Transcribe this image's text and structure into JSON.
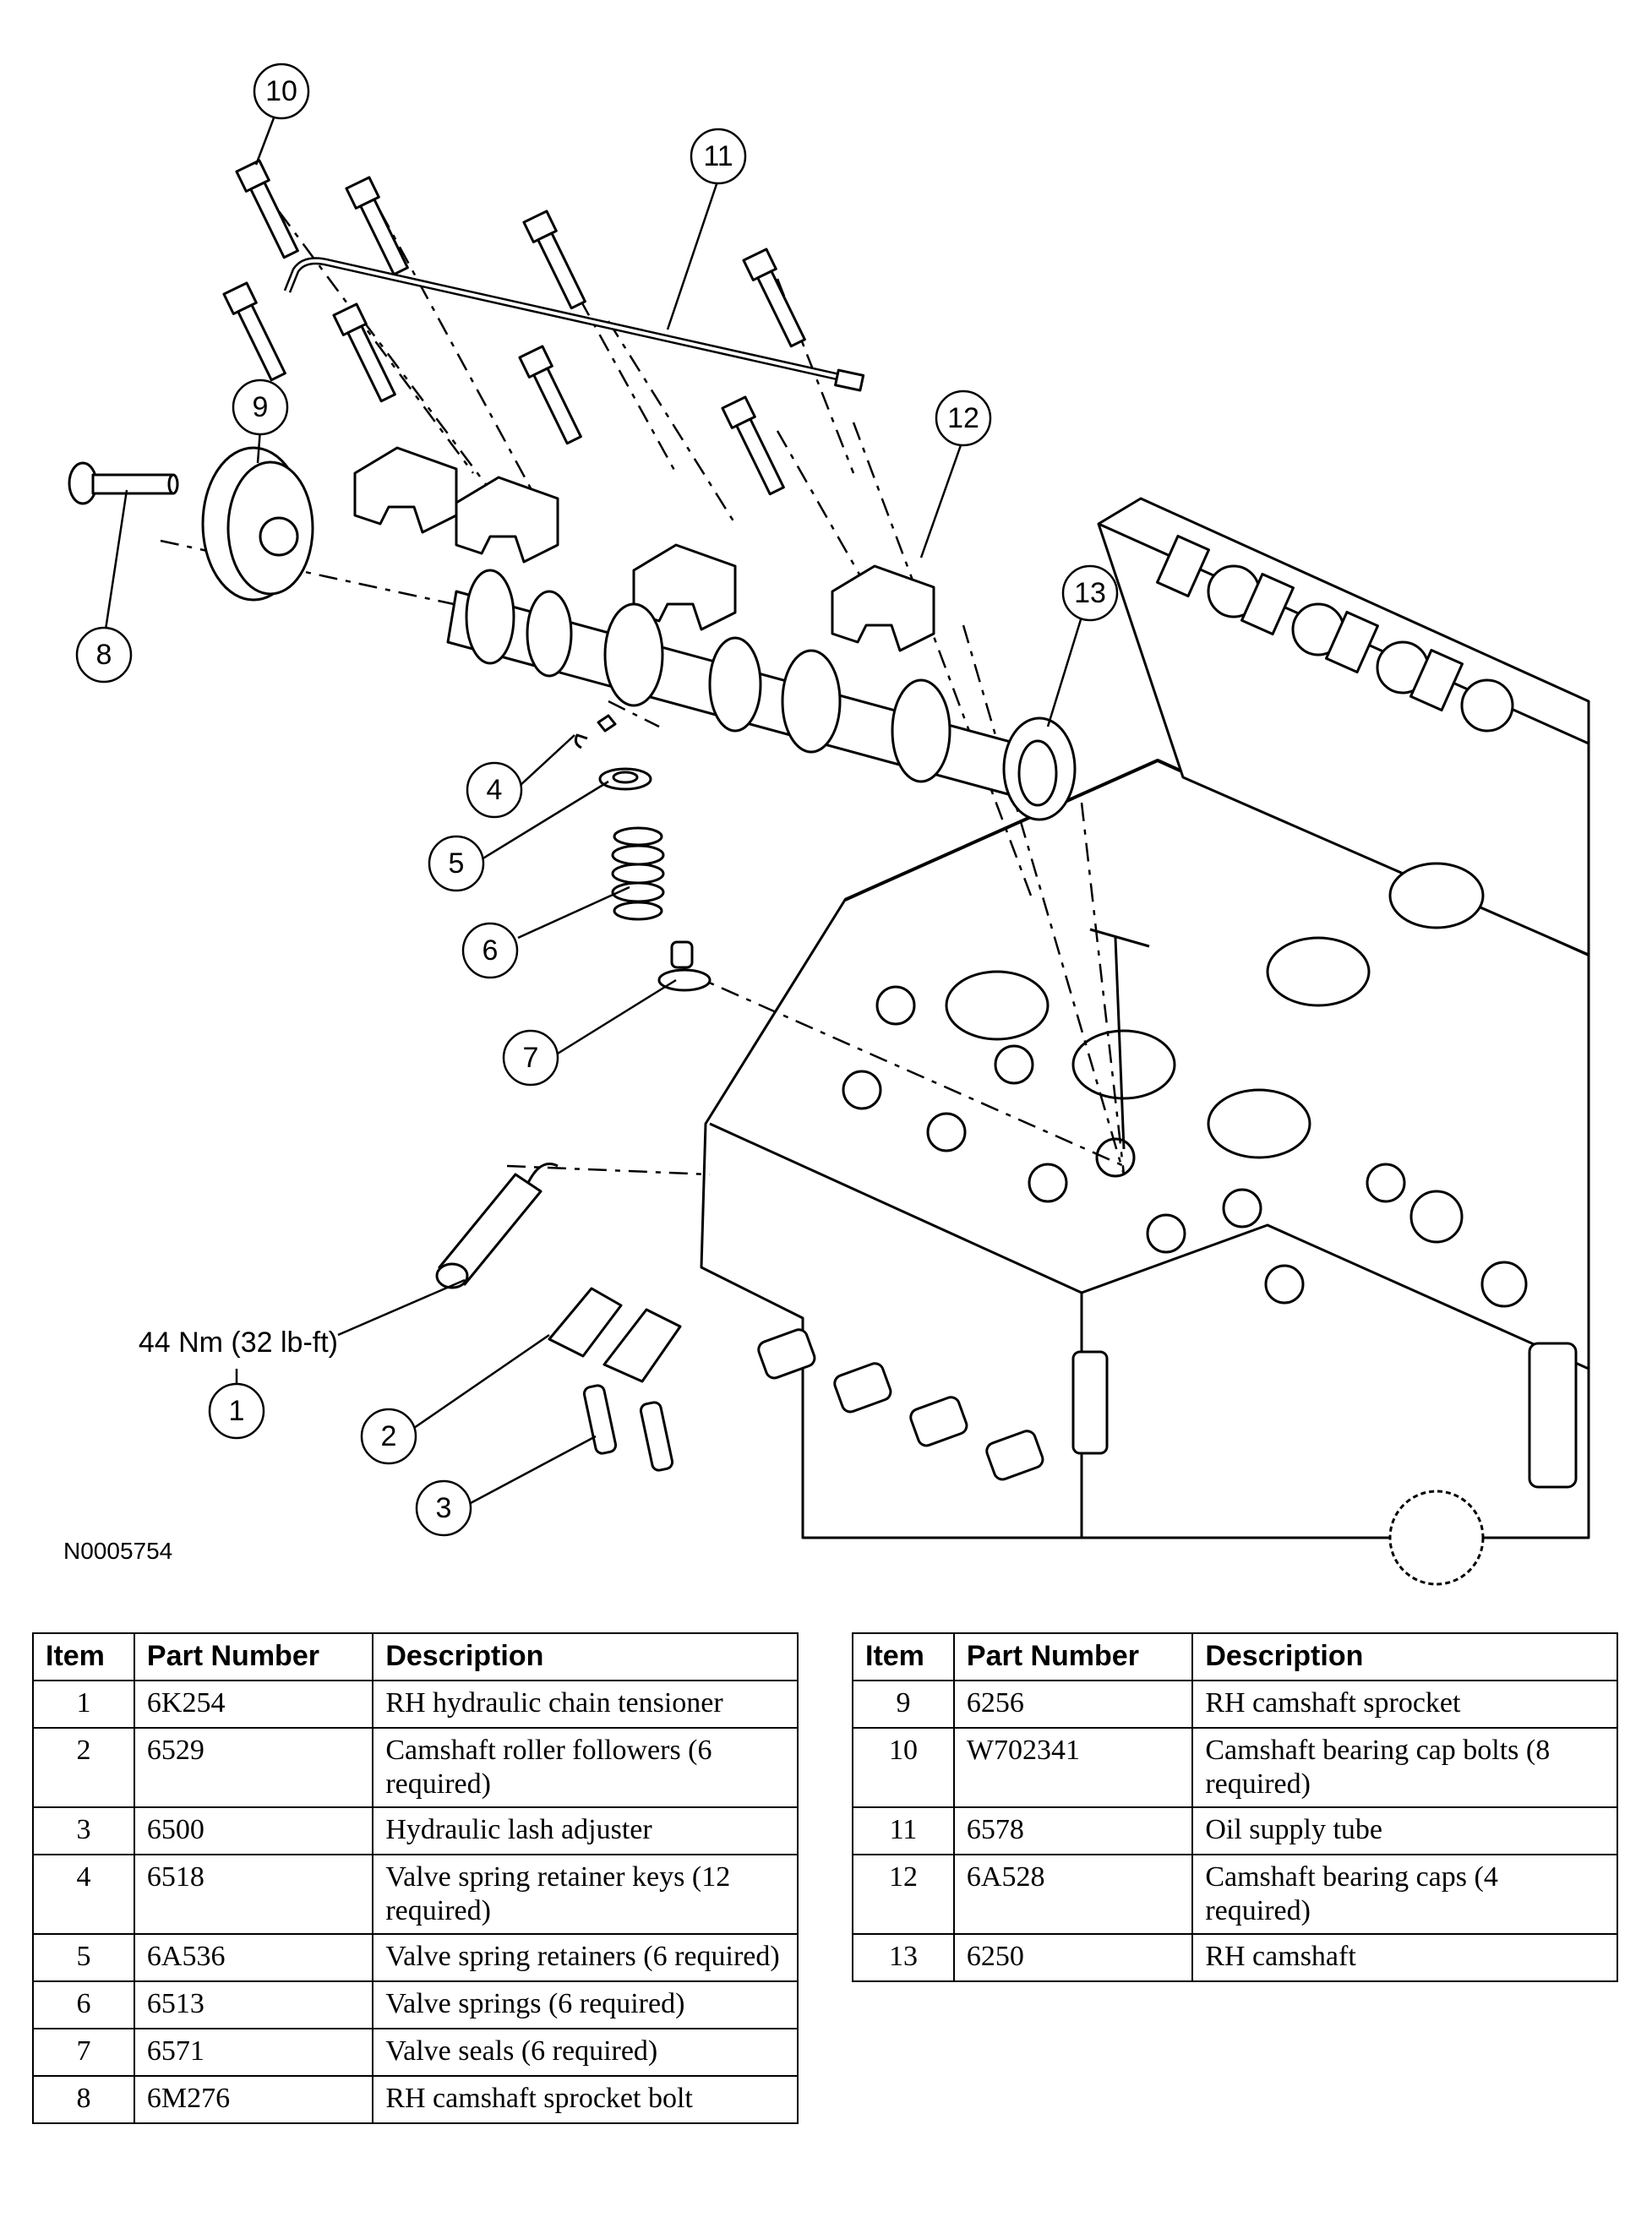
{
  "figure": {
    "figure_id": "N0005754",
    "torque_spec": "44 Nm (32 lb-ft)",
    "callouts": [
      "1",
      "2",
      "3",
      "4",
      "5",
      "6",
      "7",
      "8",
      "9",
      "10",
      "11",
      "12",
      "13"
    ]
  },
  "table_left": {
    "headers": [
      "Item",
      "Part Number",
      "Description"
    ],
    "rows": [
      {
        "item": "1",
        "part": "6K254",
        "desc": "RH hydraulic chain tensioner"
      },
      {
        "item": "2",
        "part": "6529",
        "desc": "Camshaft roller followers (6 required)"
      },
      {
        "item": "3",
        "part": "6500",
        "desc": "Hydraulic lash adjuster"
      },
      {
        "item": "4",
        "part": "6518",
        "desc": "Valve spring retainer keys (12 required)"
      },
      {
        "item": "5",
        "part": "6A536",
        "desc": "Valve spring retainers (6 required)"
      },
      {
        "item": "6",
        "part": "6513",
        "desc": "Valve springs (6 required)"
      },
      {
        "item": "7",
        "part": "6571",
        "desc": "Valve seals (6 required)"
      },
      {
        "item": "8",
        "part": "6M276",
        "desc": "RH camshaft sprocket bolt"
      }
    ]
  },
  "table_right": {
    "headers": [
      "Item",
      "Part Number",
      "Description"
    ],
    "rows": [
      {
        "item": "9",
        "part": "6256",
        "desc": "RH camshaft sprocket"
      },
      {
        "item": "10",
        "part": "W702341",
        "desc": "Camshaft bearing cap bolts (8 required)"
      },
      {
        "item": "11",
        "part": "6578",
        "desc": "Oil supply tube"
      },
      {
        "item": "12",
        "part": "6A528",
        "desc": "Camshaft bearing caps (4 required)"
      },
      {
        "item": "13",
        "part": "6250",
        "desc": "RH camshaft"
      }
    ]
  }
}
